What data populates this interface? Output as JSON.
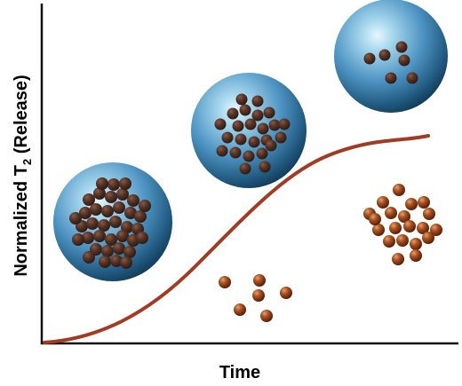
{
  "figure": {
    "y_axis_label": {
      "prefix": "Normalized T",
      "subscript": "2",
      "suffix": " (Release)"
    },
    "x_axis_label": "Time"
  },
  "colors": {
    "axis": "#111111",
    "curve": "#a23a24",
    "sphere_light": "#cfeefa",
    "sphere_mid": "#4f95c4",
    "sphere_dark": "#123b57",
    "particle_light": "#d98a55",
    "particle_mid": "#9a431c",
    "particle_dark": "#4a1a08"
  },
  "stages": [
    {
      "name": "initial-loaded",
      "particles_inside": "many",
      "particles_released": "none"
    },
    {
      "name": "partial-release",
      "particles_inside": "fewer",
      "particles_released": "few"
    },
    {
      "name": "late-release",
      "particles_inside": "few",
      "particles_released": "many"
    }
  ]
}
